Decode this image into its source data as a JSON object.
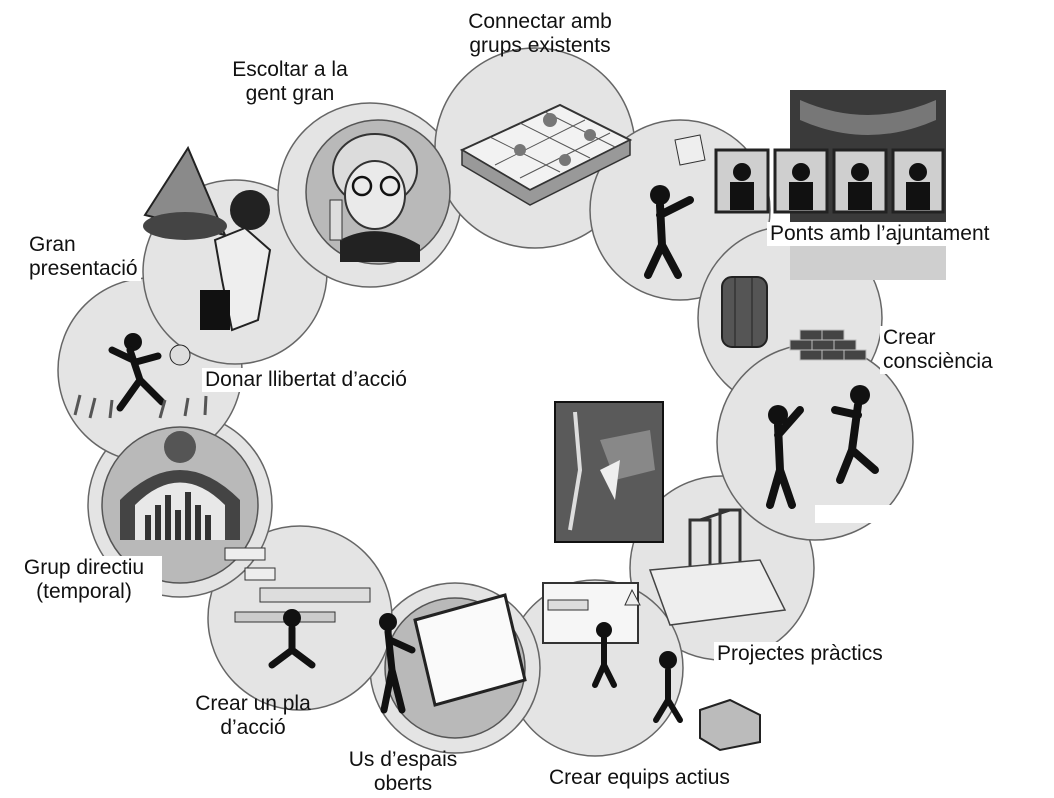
{
  "diagram": {
    "steps": [
      {
        "label": "Connectar amb\ngrups existents",
        "icon": "map-book-icon"
      },
      {
        "label": "Ponts amb l’ajuntament",
        "icon": "council-meeting-icon"
      },
      {
        "label": "Crear\nconsciència",
        "icon": "barrel-bricks-icon"
      },
      {
        "label": "Projectes pràctics",
        "icon": "building-plans-icon"
      },
      {
        "label": "Crear equips actius",
        "icon": "team-boxes-icon"
      },
      {
        "label": "Us d’espais\noberts",
        "icon": "flipchart-icon"
      },
      {
        "label": "Crear un pla\nd’acció",
        "icon": "calendar-plan-icon"
      },
      {
        "label": "Grup directiu\n(temporal)",
        "icon": "stadium-icon"
      },
      {
        "label": "Donar llibertat d’acció",
        "icon": "running-figure-icon"
      },
      {
        "label": "Gran\npresentació",
        "icon": "megaphone-icon"
      },
      {
        "label": "Escoltar a la\ngent gran",
        "icon": "elderly-woman-phone-icon"
      }
    ]
  }
}
